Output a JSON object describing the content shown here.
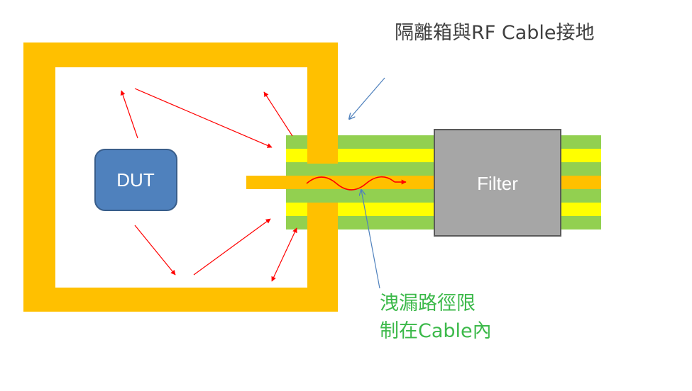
{
  "diagram": {
    "title": "隔離箱與RF Cable接地",
    "dut_label": "DUT",
    "filter_label": "Filter",
    "leak_note_line1": "洩漏路徑限",
    "leak_note_line2": "制在Cable內",
    "colors": {
      "enclosure": "#ffc000",
      "cable_green": "#92d050",
      "cable_yellow": "#ffff00",
      "cable_core": "#ffc000",
      "dut_fill": "#4f81bd",
      "dut_border": "#385d8a",
      "filter_fill": "#a6a6a6",
      "filter_border": "#595959",
      "ray": "#ff0000",
      "pointer_line": "#4f81bd",
      "title_text": "#404040",
      "note_text": "#3cb94a"
    }
  }
}
